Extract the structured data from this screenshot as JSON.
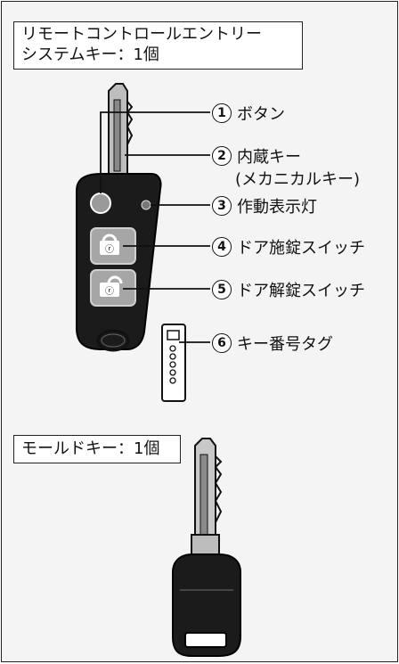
{
  "titles": {
    "remote_line1": "リモートコントロールエントリー",
    "remote_line2": "システムキー：1個",
    "mold": "モールドキー：1個"
  },
  "callouts": [
    {
      "number": "1",
      "label": "ボタン"
    },
    {
      "number": "2",
      "label": "内蔵キー",
      "sublabel": "(メカニカルキー)"
    },
    {
      "number": "3",
      "label": "作動表示灯"
    },
    {
      "number": "4",
      "label": "ドア施錠スイッチ"
    },
    {
      "number": "5",
      "label": "ドア解錠スイッチ"
    },
    {
      "number": "6",
      "label": "キー番号タグ"
    }
  ]
}
